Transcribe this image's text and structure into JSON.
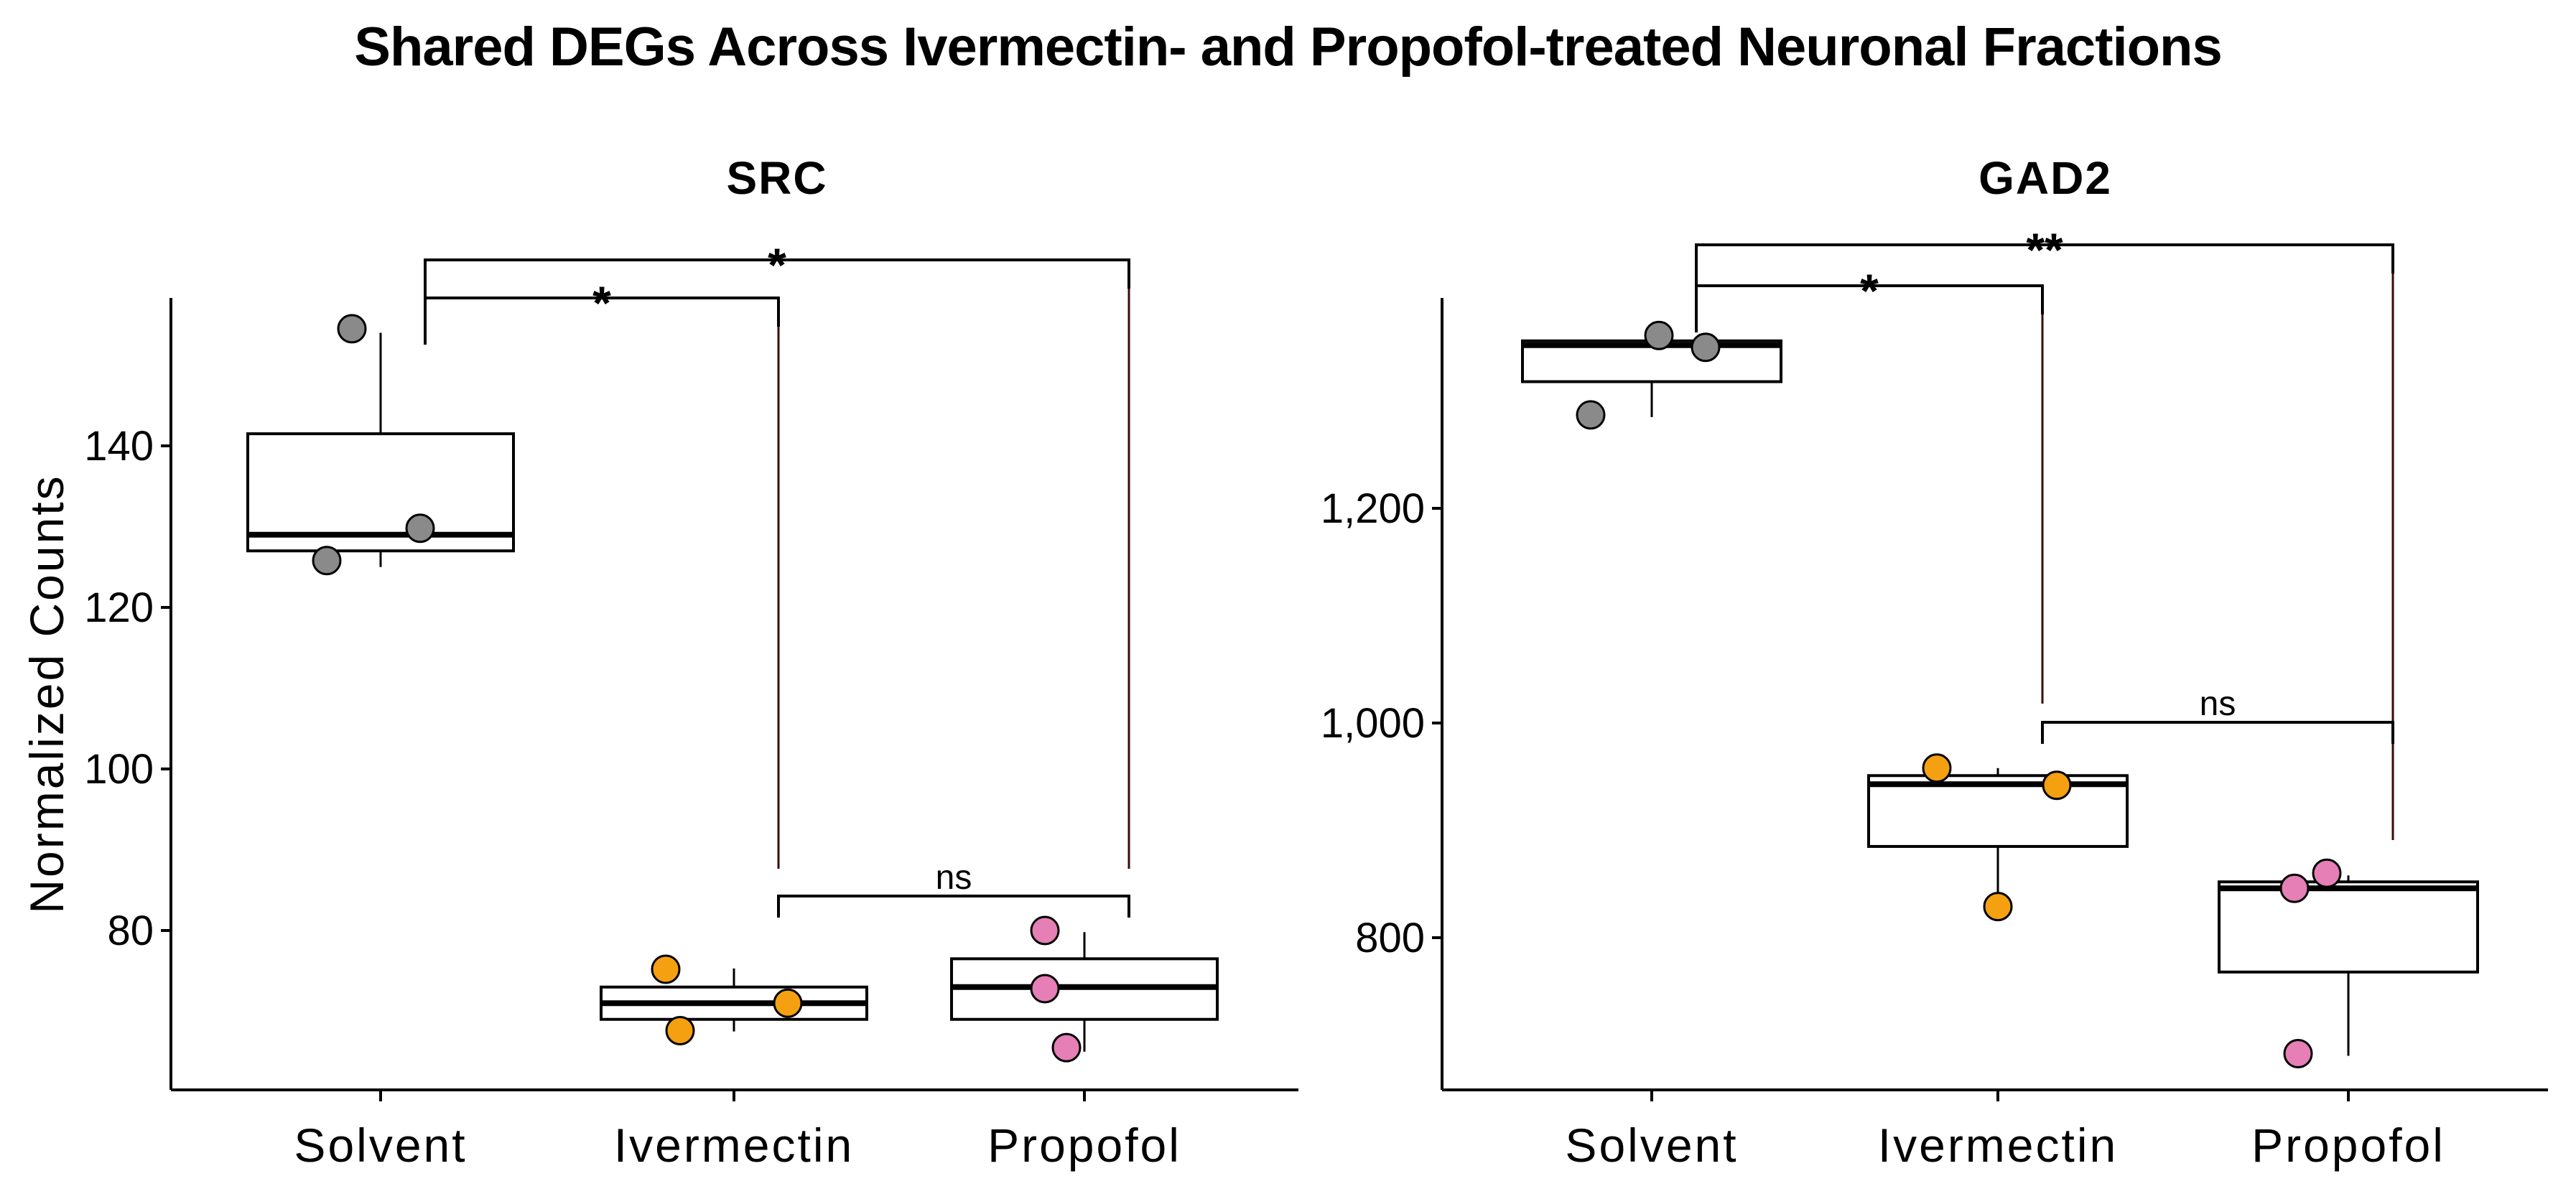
{
  "title": "Shared DEGs Across Ivermectin- and Propofol-treated Neuronal Fractions",
  "colors": {
    "Solvent": "#8a8a8a",
    "Ivermectin": "#f5a011",
    "Propofol": "#e57fb5"
  },
  "chart_data": [
    {
      "type": "box",
      "title": "SRC",
      "ylabel": "Normalized Counts",
      "xlabel": "",
      "categories": [
        "Solvent",
        "Ivermectin",
        "Propofol"
      ],
      "yticks": [
        80,
        100,
        120,
        140
      ],
      "ytick_labels": [
        "80",
        "100",
        "120",
        "140"
      ],
      "ylim": [
        62,
        160
      ],
      "grid": false,
      "boxes": [
        {
          "group": "Solvent",
          "min": 125.0,
          "q1": 127.0,
          "median": 129.0,
          "q3": 141.5,
          "max": 154.0
        },
        {
          "group": "Ivermectin",
          "min": 67.5,
          "q1": 69.0,
          "median": 71.0,
          "q3": 73.0,
          "max": 75.3
        },
        {
          "group": "Propofol",
          "min": 65.0,
          "q1": 69.0,
          "median": 73.0,
          "q3": 76.5,
          "max": 79.8
        }
      ],
      "points": [
        {
          "group": "Solvent",
          "values": [
            154.5,
            129.8,
            125.8
          ]
        },
        {
          "group": "Ivermectin",
          "values": [
            75.2,
            67.6,
            71.0
          ]
        },
        {
          "group": "Propofol",
          "values": [
            80.0,
            72.8,
            65.5
          ]
        }
      ],
      "comparisons": [
        {
          "from": "Solvent",
          "to": "Ivermectin",
          "label": "*"
        },
        {
          "from": "Solvent",
          "to": "Propofol",
          "label": "*"
        },
        {
          "from": "Ivermectin",
          "to": "Propofol",
          "label": "ns"
        }
      ]
    },
    {
      "type": "box",
      "title": "GAD2",
      "ylabel": "",
      "xlabel": "",
      "categories": [
        "Solvent",
        "Ivermectin",
        "Propofol"
      ],
      "yticks": [
        800,
        1000,
        1200
      ],
      "ytick_labels": [
        "800",
        "1,000",
        "1,200"
      ],
      "ylim": [
        660,
        1400
      ],
      "grid": false,
      "boxes": [
        {
          "group": "Solvent",
          "min": 1285,
          "q1": 1318,
          "median": 1352,
          "q3": 1356,
          "max": 1360
        },
        {
          "group": "Ivermectin",
          "min": 828,
          "q1": 885,
          "median": 943,
          "q3": 951,
          "max": 958
        },
        {
          "group": "Propofol",
          "min": 690,
          "q1": 768,
          "median": 846,
          "q3": 852,
          "max": 858
        }
      ],
      "points": [
        {
          "group": "Solvent",
          "values": [
            1361,
            1350,
            1287
          ]
        },
        {
          "group": "Ivermectin",
          "values": [
            958,
            942,
            829
          ]
        },
        {
          "group": "Propofol",
          "values": [
            846,
            860,
            692
          ]
        }
      ],
      "comparisons": [
        {
          "from": "Solvent",
          "to": "Ivermectin",
          "label": "*"
        },
        {
          "from": "Solvent",
          "to": "Propofol",
          "label": "**"
        },
        {
          "from": "Ivermectin",
          "to": "Propofol",
          "label": "ns"
        }
      ]
    }
  ]
}
